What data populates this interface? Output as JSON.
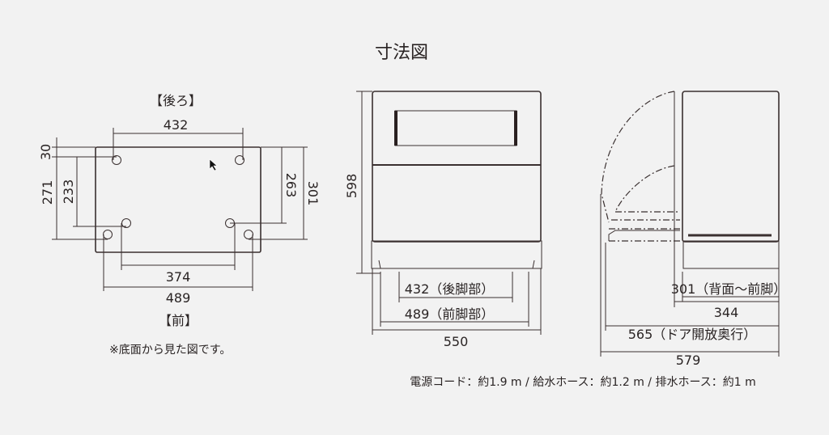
{
  "title": "寸法図",
  "bottom_view": {
    "rear_label": "【後ろ】",
    "front_label": "【前】",
    "note": "※底面から見た図です。",
    "dims": {
      "top": "432",
      "d30": "30",
      "d271": "271",
      "d233": "233",
      "d263": "263",
      "d301": "301",
      "d374": "374",
      "d489": "489"
    }
  },
  "front_view": {
    "dims": {
      "height": "598",
      "rear_feet": "432（後脚部）",
      "front_feet": "489（前脚部）",
      "width": "550"
    }
  },
  "side_view": {
    "dims": {
      "feet": "301（背面～前脚）",
      "depth": "344",
      "door_open": "565（ドア開放奥行）",
      "total": "579"
    }
  },
  "footer": "電源コード：約1.9 m / 給水ホース：約1.2 m / 排水ホース：約1 m",
  "colors": {
    "background": "#f2f2f2",
    "line": "#3a3030"
  }
}
